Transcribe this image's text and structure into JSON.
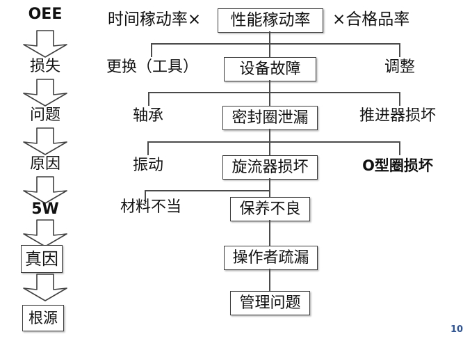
{
  "slide": {
    "page_number": "10",
    "colors": {
      "text": "#111111",
      "box_border": "#3b3b3b",
      "connector": "#4a4a4a",
      "page_number": "#2f5496",
      "background": "#ffffff"
    }
  },
  "left_flow": {
    "title": "OEE",
    "steps": [
      {
        "label": "OEE",
        "style": "bold-plain"
      },
      {
        "label": "损失",
        "style": "plain"
      },
      {
        "label": "问题",
        "style": "plain"
      },
      {
        "label": "原因",
        "style": "plain"
      },
      {
        "label": "5W",
        "style": "bold-plain"
      },
      {
        "label": "真因",
        "style": "boxed"
      },
      {
        "label": "根源",
        "style": "boxed"
      }
    ],
    "arrow_icon": "down-arrow-icon",
    "arrow_count": 6
  },
  "tree": {
    "header": {
      "left_text": "时间稼动率×",
      "center_box": "性能稼动率",
      "right_text": "×合格品率"
    },
    "levels": [
      {
        "level": 1,
        "left_label": "更换（工具）",
        "center_box": "设备故障",
        "right_label": "调整"
      },
      {
        "level": 2,
        "left_label": "轴承",
        "center_box": "密封圈泄漏",
        "right_label": "推进器损坏"
      },
      {
        "level": 3,
        "left_label": "振动",
        "center_box": "旋流器损坏",
        "right_label": "O型圈损坏"
      },
      {
        "level": 4,
        "left_label": "材料不当",
        "center_box": "保养不良",
        "right_label": ""
      },
      {
        "level": 5,
        "left_label": "",
        "center_box": "操作者疏漏",
        "right_label": ""
      },
      {
        "level": 6,
        "left_label": "",
        "center_box": "管理问题",
        "right_label": ""
      }
    ]
  }
}
